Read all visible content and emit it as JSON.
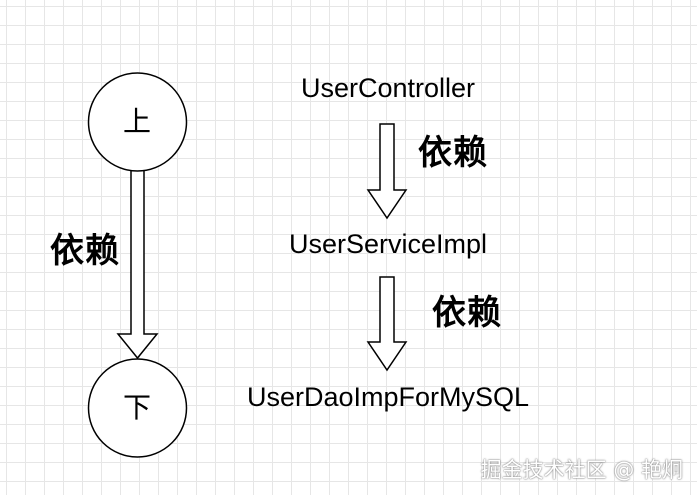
{
  "nodes": {
    "top": "上",
    "bottom": "下"
  },
  "left_dependency_label": "依赖",
  "classes": {
    "controller": "UserController",
    "service": "UserServiceImpl",
    "dao": "UserDaoImpForMySQL"
  },
  "dependency_labels": {
    "controller_to_service": "依赖",
    "service_to_dao": "依赖"
  },
  "watermark": "掘金技术社区 @ 艳炯"
}
